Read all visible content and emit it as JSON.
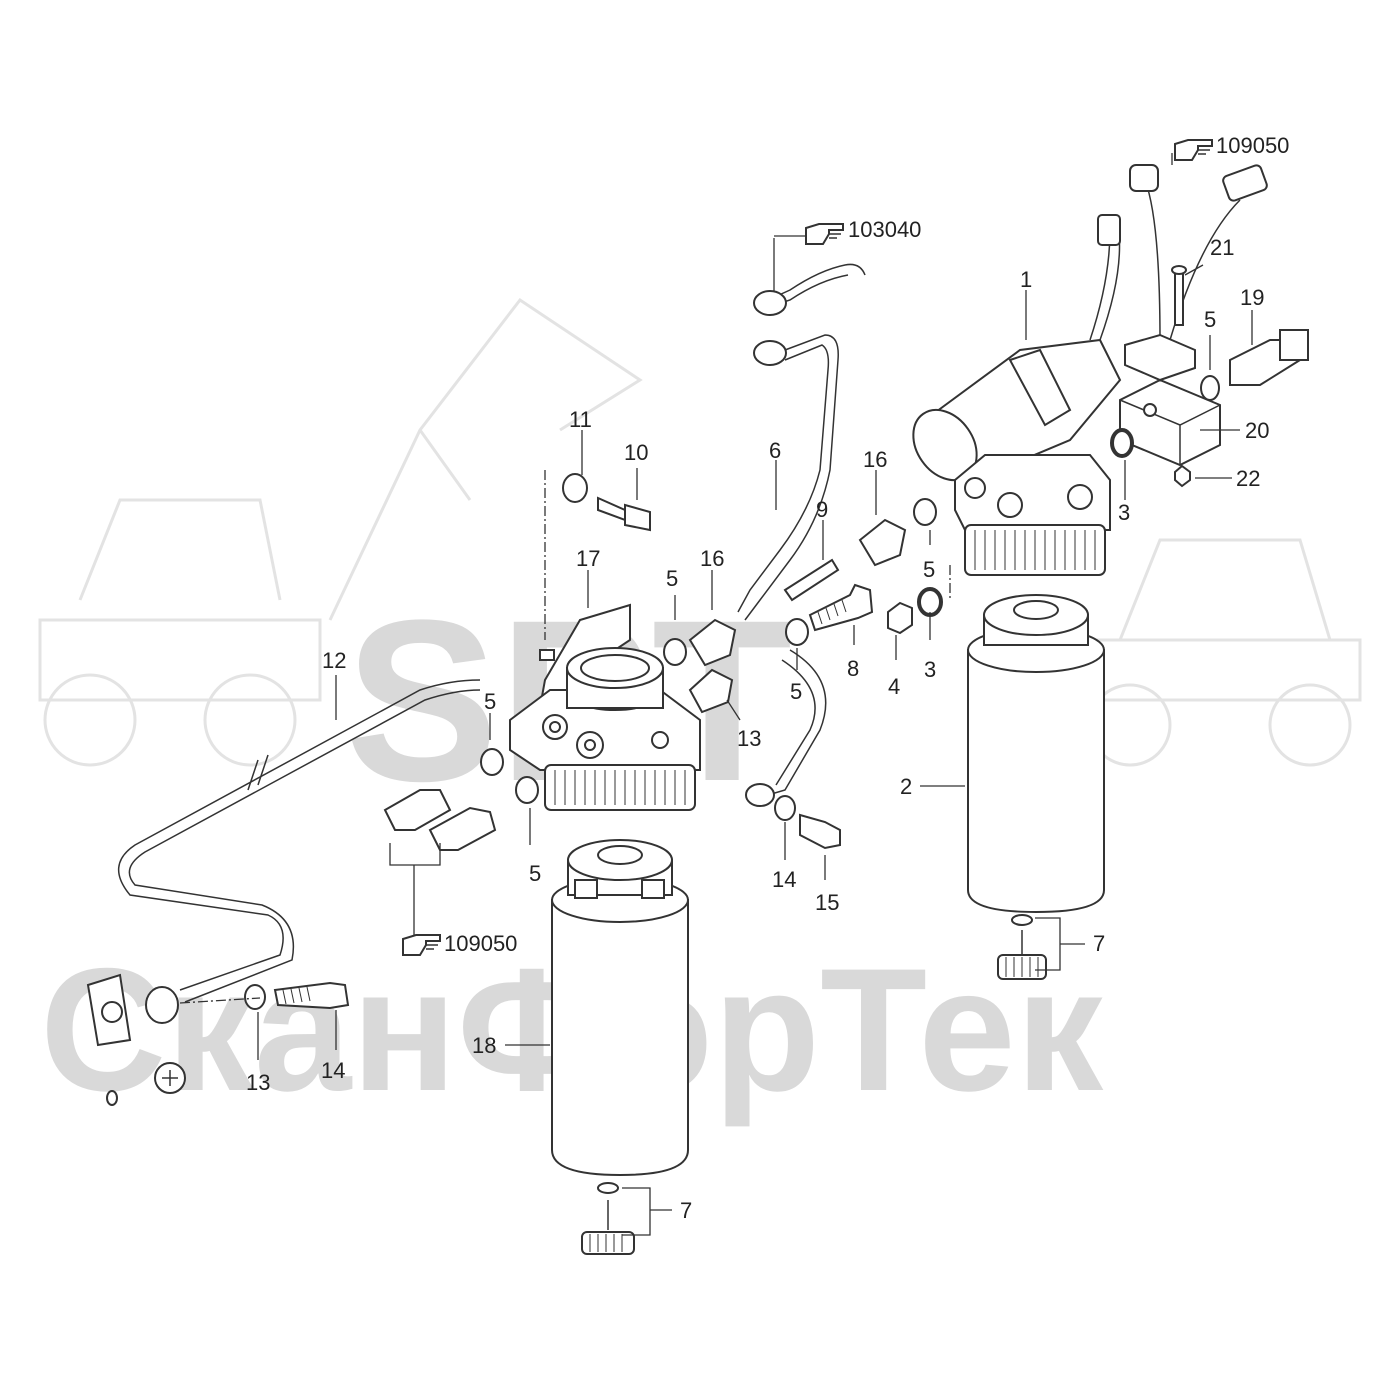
{
  "watermark": {
    "top_text": "SPT",
    "bottom_text": "СканФорТек",
    "color": "#d9d9d9"
  },
  "callouts": [
    {
      "id": "c1",
      "label": "1"
    },
    {
      "id": "c2",
      "label": "2"
    },
    {
      "id": "c3a",
      "label": "3"
    },
    {
      "id": "c3b",
      "label": "3"
    },
    {
      "id": "c4",
      "label": "4"
    },
    {
      "id": "c5a",
      "label": "5"
    },
    {
      "id": "c5b",
      "label": "5"
    },
    {
      "id": "c5c",
      "label": "5"
    },
    {
      "id": "c5d",
      "label": "5"
    },
    {
      "id": "c5e",
      "label": "5"
    },
    {
      "id": "c5f",
      "label": "5"
    },
    {
      "id": "c6",
      "label": "6"
    },
    {
      "id": "c7a",
      "label": "7"
    },
    {
      "id": "c7b",
      "label": "7"
    },
    {
      "id": "c8",
      "label": "8"
    },
    {
      "id": "c9",
      "label": "9"
    },
    {
      "id": "c10",
      "label": "10"
    },
    {
      "id": "c11",
      "label": "11"
    },
    {
      "id": "c12",
      "label": "12"
    },
    {
      "id": "c13a",
      "label": "13"
    },
    {
      "id": "c13b",
      "label": "13"
    },
    {
      "id": "c14a",
      "label": "14"
    },
    {
      "id": "c14b",
      "label": "14"
    },
    {
      "id": "c15",
      "label": "15"
    },
    {
      "id": "c16a",
      "label": "16"
    },
    {
      "id": "c16b",
      "label": "16"
    },
    {
      "id": "c17",
      "label": "17"
    },
    {
      "id": "c18",
      "label": "18"
    },
    {
      "id": "c19",
      "label": "19"
    },
    {
      "id": "c20",
      "label": "20"
    },
    {
      "id": "c21",
      "label": "21"
    },
    {
      "id": "c22",
      "label": "22"
    }
  ],
  "references": [
    {
      "id": "r1",
      "label": "109050",
      "icon": "pointing-hand-icon"
    },
    {
      "id": "r2",
      "label": "103040",
      "icon": "pointing-hand-icon"
    },
    {
      "id": "r3",
      "label": "109050",
      "icon": "pointing-hand-icon"
    }
  ]
}
